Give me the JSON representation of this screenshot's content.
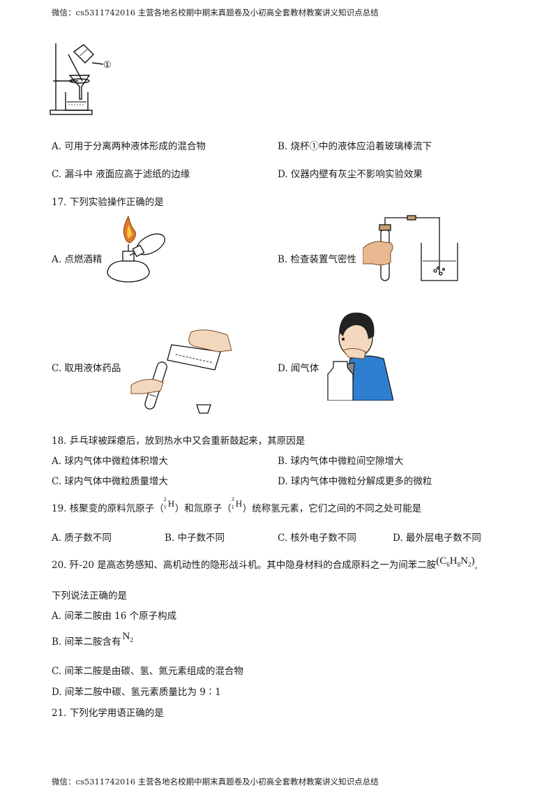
{
  "header": "微信：cs5311742016  主营各地名校期中期末真题卷及小初高全套教材教案讲义知识点总结",
  "footer": "微信：cs5311742016  主营各地名校期中期末真题卷及小初高全套教材教案讲义知识点总结",
  "q16": {
    "marker": "①",
    "optA": "A.  可用于分离两种液体形成的混合物",
    "optB": "B.  烧杯①中的液体应沿着玻璃棒流下",
    "optC": "C.  漏斗中    液面应高于滤纸的边缘",
    "optD": "D.  仪器内壁有灰尘不影响实验效果"
  },
  "q17": {
    "stem": "17.  下列实验操作正确的是",
    "optA": "A.  点燃酒精",
    "optB": "B.  检查装置气密性",
    "optC": "C.  取用液体药品",
    "optD": "D.  闻气体"
  },
  "q18": {
    "stem": "18.  乒乓球被踩瘪后，放到热水中又会重新鼓起来，其原因是",
    "optA": "A.  球内气体中微粒体积增大",
    "optB": "B.  球内气体中微粒间空隙增大",
    "optC": "C.  球内气体中微粒质量增大",
    "optD": "D.  球内气体中微粒分解成更多的微粒"
  },
  "q19": {
    "stem_a": "19.  核聚变的原料氘原子（",
    "iso1_mass": "2",
    "iso1_num": "1",
    "iso1_sym": "H",
    "stem_b": "）和氚原子（",
    "iso2_mass": "3",
    "iso2_num": "1",
    "iso2_sym": "H",
    "stem_c": "）统称氢元素，它们之间的不同之处可能是",
    "optA": "A.  质子数不同",
    "optB": "B.  中子数不同",
    "optC": "C.  核外电子数不同",
    "optD": "D.  最外层电子数不同"
  },
  "q20": {
    "stem": "20.  歼-20 是高态势感知、高机动性的隐形战斗机。其中隐身材料的合成原料之一为间苯二胺",
    "formula": "C6H8N2",
    "stem2": "下列说法正确的是",
    "optA": "A.  间苯二胺由 16 个原子构成",
    "optB": "B.  间苯二胺含有",
    "optB_formula": "N2",
    "optC": "C.  间苯二胺是由碳、氢、氮元素组成的混合物",
    "optD": "D.  间苯二胺中碳、氢元素质量比为 9∶1"
  },
  "q21": {
    "stem": "21.  下列化学用语正确的是"
  }
}
